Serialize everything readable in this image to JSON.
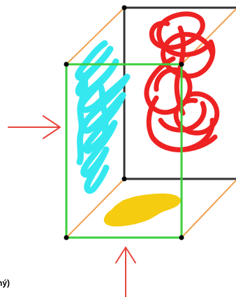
{
  "caption": "ný)",
  "colors": {
    "front_face": "#3ccf3c",
    "back_face": "#333333",
    "depth_edges": "#f0a050",
    "vertices": "#000000",
    "arrows": "#e8453c",
    "cyan_scribble": "#35e8f0",
    "red_scribble": "#ee2222",
    "yellow_scribble": "#f5cc10"
  },
  "scene": {
    "shape": "rectangular box (cuboid) viewed in oblique projection",
    "front_face_projection": "cyan-scribble",
    "side_face_projection": "red-scribble",
    "bottom_face_projection": "yellow-scribble",
    "arrows": [
      {
        "name": "view-arrow-left",
        "direction": "right"
      },
      {
        "name": "view-arrow-bottom",
        "direction": "up"
      }
    ]
  }
}
